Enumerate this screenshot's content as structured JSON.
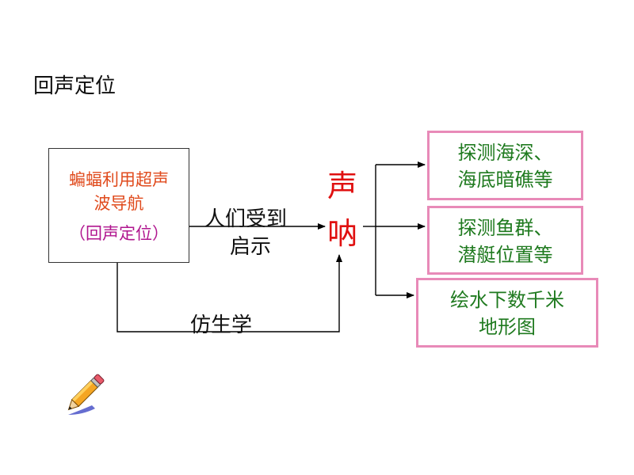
{
  "title": "回声定位",
  "source": {
    "line1": "蝙蝠利用超声",
    "line2": "波导航",
    "line3": "（回声定位）"
  },
  "link_inspired": {
    "line1": "人们受到",
    "line2": "启示"
  },
  "link_bionic": "仿生学",
  "sonar": {
    "char1": "声",
    "char2": "呐"
  },
  "applications": [
    {
      "line1": "探测海深、",
      "line2": "海底暗礁等"
    },
    {
      "line1": "探测鱼群、",
      "line2": "潜艇位置等"
    },
    {
      "line1": "绘水下数千米",
      "line2": "地形图"
    }
  ],
  "colors": {
    "source_text": "#e04a1c",
    "source_paren": "#b0168f",
    "sonar": "#e01010",
    "application_text": "#1f7a1f",
    "application_border": "#e88ab8"
  },
  "icons": [
    "pencil-icon"
  ]
}
